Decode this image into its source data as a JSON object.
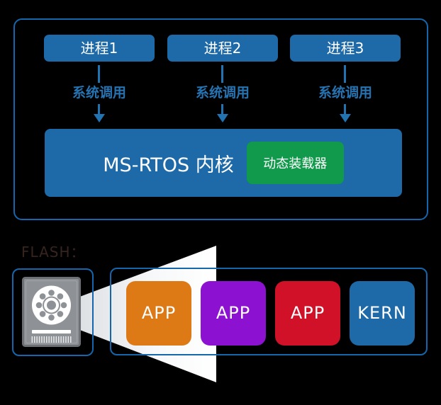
{
  "top_frame": {
    "processes": [
      {
        "label": "进程1"
      },
      {
        "label": "进程2"
      },
      {
        "label": "进程3"
      }
    ],
    "syscall_label": "系统调用",
    "kernel_label": "MS-RTOS 内核",
    "loader_label": "动态装载器"
  },
  "bottom": {
    "flash_label": "FLASH：",
    "flash_icon": "flash-disk-icon",
    "segments": [
      {
        "label": "APP",
        "color": "#dd7a15"
      },
      {
        "label": "APP",
        "color": "#8c11d0"
      },
      {
        "label": "APP",
        "color": "#d01128"
      },
      {
        "label": "KERN",
        "color": "#1e69a7"
      }
    ]
  },
  "colors": {
    "background": "#000000",
    "frame_border_blue": "#1566ad",
    "box_blue": "#1e69a7",
    "arrow_blue": "#2273b2",
    "loader_green": "#119a4b",
    "flash_text": "#36241e",
    "beam_white": "#ffffff",
    "disk_gray": "#8e9296"
  }
}
